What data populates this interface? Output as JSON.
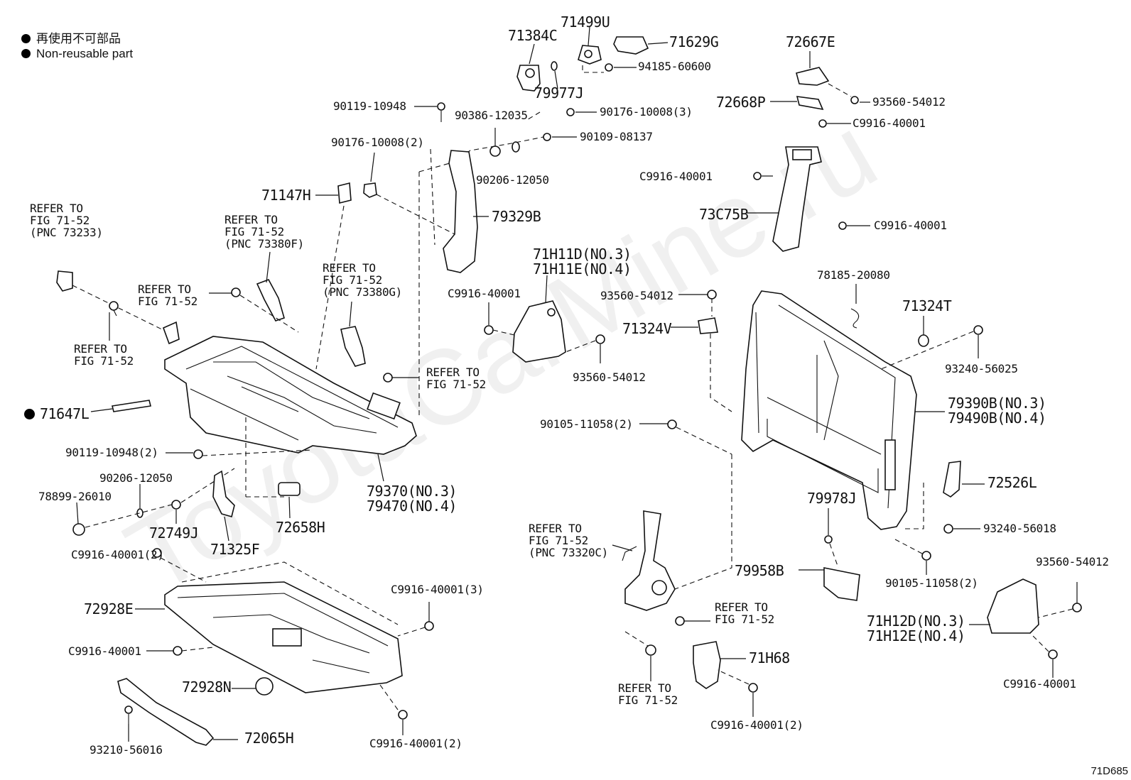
{
  "legend": [
    {
      "text": "再使用不可部品"
    },
    {
      "text": "Non-reusable part"
    }
  ],
  "watermark": "ToyotaCarMine.ru",
  "figure_id": "71D685",
  "labels": {
    "p71384C": "71384C",
    "p71499U": "71499U",
    "p71629G": "71629G",
    "p9418560600": "94185-60600",
    "p79977J": "79977J",
    "p72667E": "72667E",
    "p72668P": "72668P",
    "p9356054012a": "93560-54012",
    "pC9916a": "C9916-40001",
    "p9011910948": "90119-10948",
    "p9038612035": "90386-12035",
    "p9017610008_3": "90176-10008(3)",
    "p9017610008_2": "90176-10008(2)",
    "p9010908137": "90109-08137",
    "p9020612050a": "90206-12050",
    "pC9916b": "C9916-40001",
    "p73C75B": "73C75B",
    "pC9916c": "C9916-40001",
    "p71147H": "71147H",
    "p79329B": "79329B",
    "refA": "REFER TO\nFIG 71-52\n(PNC 73233)",
    "refB": "REFER TO\nFIG 71-52\n(PNC 73380F)",
    "refC": "REFER TO\nFIG 71-52\n(PNC 73380G)",
    "refD": "REFER TO\nFIG 71-52",
    "refE": "REFER TO\nFIG 71-52",
    "refF": "REFER TO\nFIG 71-52",
    "p71H11": "71H11D(NO.3)\n71H11E(NO.4)",
    "pC9916d": "C9916-40001",
    "p9356054012b": "93560-54012",
    "p7818520080": "78185-20080",
    "p71324T": "71324T",
    "p71324V": "71324V",
    "p9356054012c": "93560-54012",
    "p9324056025": "93240-56025",
    "p71647L": "71647L",
    "p79390B": "79390B(NO.3)\n79490B(NO.4)",
    "p9010511058a": "90105-11058(2)",
    "p9011910948_2": "90119-10948(2)",
    "p9020612050b": "90206-12050",
    "p7889926010": "78899-26010",
    "p72749J": "72749J",
    "p79370": "79370(NO.3)\n79470(NO.4)",
    "p72658H": "72658H",
    "p71325F": "71325F",
    "p72526L": "72526L",
    "p9324056018": "93240-56018",
    "refG": "REFER TO\nFIG 71-52\n(PNC 73320C)",
    "p79978J": "79978J",
    "pC9916_2a": "C9916-40001(2)",
    "p79958B": "79958B",
    "p9010511058b": "90105-11058(2)",
    "p9356054012d": "93560-54012",
    "pC9916_3": "C9916-40001(3)",
    "p72928E": "72928E",
    "refH": "REFER TO\nFIG 71-52",
    "p71H12": "71H12D(NO.3)\n71H12E(NO.4)",
    "pC9916e": "C9916-40001",
    "p71H68": "71H68",
    "refI": "REFER TO\nFIG 71-52",
    "p72928N": "72928N",
    "pC9916f": "C9916-40001",
    "pC9916_2b": "C9916-40001(2)",
    "p9321056016": "93210-56016",
    "p72065H": "72065H",
    "pC9916_2c": "C9916-40001(2)"
  }
}
